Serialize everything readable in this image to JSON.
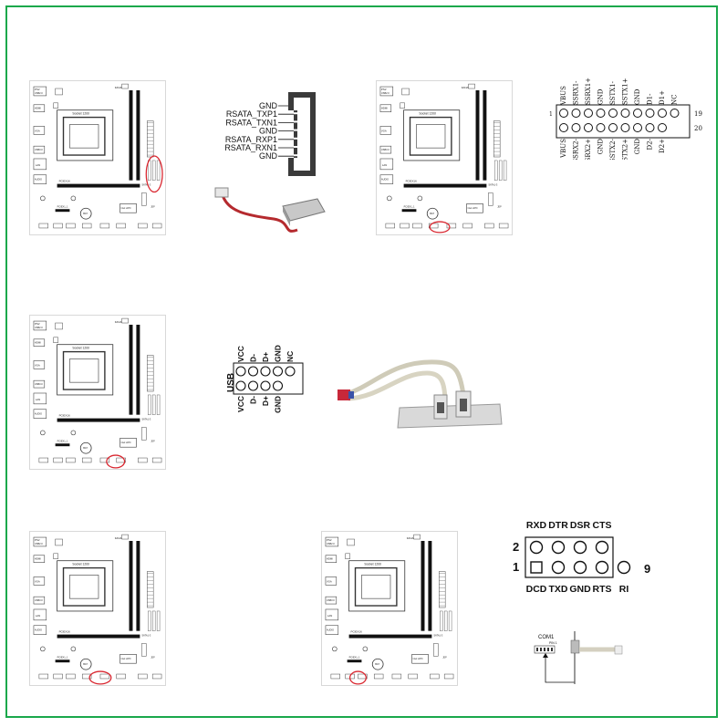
{
  "board": {
    "ps2": "PS2",
    "usb": "USB2.0",
    "fan": "FANA",
    "hdmi": "HDMI",
    "vga": "VGA",
    "lan": "LAN",
    "usb3": "USB3.0",
    "socket": "Socket 1200",
    "audio": "AUDIO",
    "pcie16": "PCIEX16",
    "pcie1": "PCIEX1_1",
    "bat": "BAT",
    "sata": "SATA1-3",
    "chip": "Intel H470",
    "jdp": "JDP"
  },
  "sata_labels": [
    "GND",
    "RSATA_TXP1",
    "RSATA_TXN1",
    "GND",
    "RSATA_RXP1",
    "RSATA_RXN1",
    "GND"
  ],
  "usb3_header": {
    "top": [
      "VBUS",
      "SSRX1-",
      "SSRX1+",
      "GND",
      "SSTX1-",
      "SSTX1+",
      "GND",
      "D1-",
      "D1+",
      "NC"
    ],
    "bottom": [
      "VBUS",
      "SSRX2-",
      "SSRX2+",
      "GND",
      "SSTX2-",
      "SSTX2+",
      "GND",
      "D2-",
      "D2+"
    ],
    "pin_left": "1",
    "pin_right_top": "19",
    "pin_right_bottom": "20"
  },
  "usb2_header": {
    "title": "USB",
    "top": [
      "VCC",
      "D-",
      "D+",
      "GND",
      "NC"
    ],
    "bottom": [
      "VCC",
      "D-",
      "D+",
      "GND"
    ]
  },
  "com_header": {
    "top": [
      "RXD",
      "DTR",
      "DSR",
      "CTS"
    ],
    "bottom": [
      "DCD",
      "TXD",
      "GND",
      "RTS",
      "RI"
    ],
    "pin2": "2",
    "pin1": "1",
    "pin9": "9",
    "label": "COM1",
    "sub": "PIN 1"
  },
  "colors": {
    "border": "#1aa84b",
    "highlight": "#d9262f",
    "ink": "#111111"
  }
}
